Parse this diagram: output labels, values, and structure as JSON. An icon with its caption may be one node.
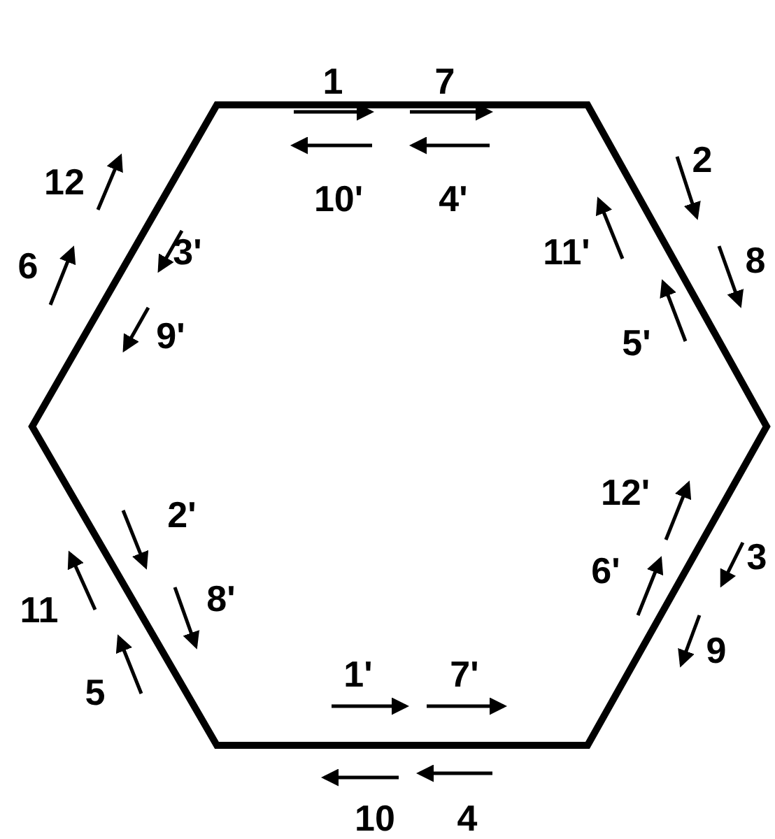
{
  "diagram": {
    "labels": [
      "1",
      "7",
      "12",
      "10'",
      "4'",
      "2",
      "6",
      "3'",
      "11'",
      "8",
      "9'",
      "5'",
      "2'",
      "12'",
      "11",
      "8'",
      "6'",
      "3",
      "5",
      "1'",
      "7'",
      "9",
      "10",
      "4"
    ]
  }
}
